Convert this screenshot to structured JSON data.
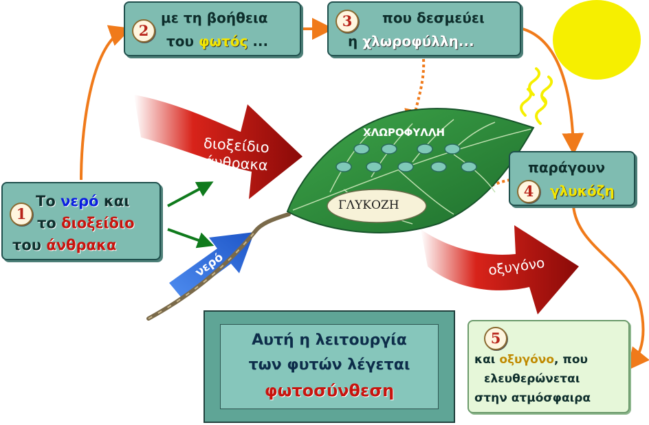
{
  "steps": [
    {
      "number": "1",
      "line1_a": "Το ",
      "line1_b": "νερό",
      "line1_c": " και",
      "line2_a": "το ",
      "line2_b": "διοξείδιο",
      "line3_a": "του ",
      "line3_b": "άνθρακα"
    },
    {
      "number": "2",
      "line1": "με τη βοήθεια",
      "line2_a": "του ",
      "line2_b": "φωτός",
      "line2_c": " ..."
    },
    {
      "number": "3",
      "line1": "που δεσμεύει",
      "line2_a": "η ",
      "line2_b": "χλωροφύλλη..."
    },
    {
      "number": "4",
      "line1": "παράγουν",
      "line2": "γλυκόζη"
    },
    {
      "number": "5",
      "line1_a": "και ",
      "line1_b": "οξυγόνο",
      "line1_c": ", που",
      "line2": "ελευθερώνεται",
      "line3": "στην ατμόσφαιρα"
    }
  ],
  "arrows": {
    "co2_line1": "διοξείδιο",
    "co2_line2": "άνθρακα",
    "water": "νερό",
    "oxygen": "οξυγόνο"
  },
  "leaf": {
    "chlorophyll": "ΧΛΩΡΟΦΥΛΛΗ",
    "glucose": "ΓΛΥΚΟΖΗ"
  },
  "conclusion": {
    "line1": "Αυτή η λειτουργία",
    "line2": "των φυτών λέγεται",
    "line3": "φωτοσύνθεση"
  },
  "colors": {
    "teal_box": "#7fbcb1",
    "orange_flow": "#f07a1a",
    "red_arrow": "#b3100c",
    "blue_arrow": "#2f6fe0",
    "leaf": "#2f8a3c",
    "sun": "#f6ef00"
  }
}
